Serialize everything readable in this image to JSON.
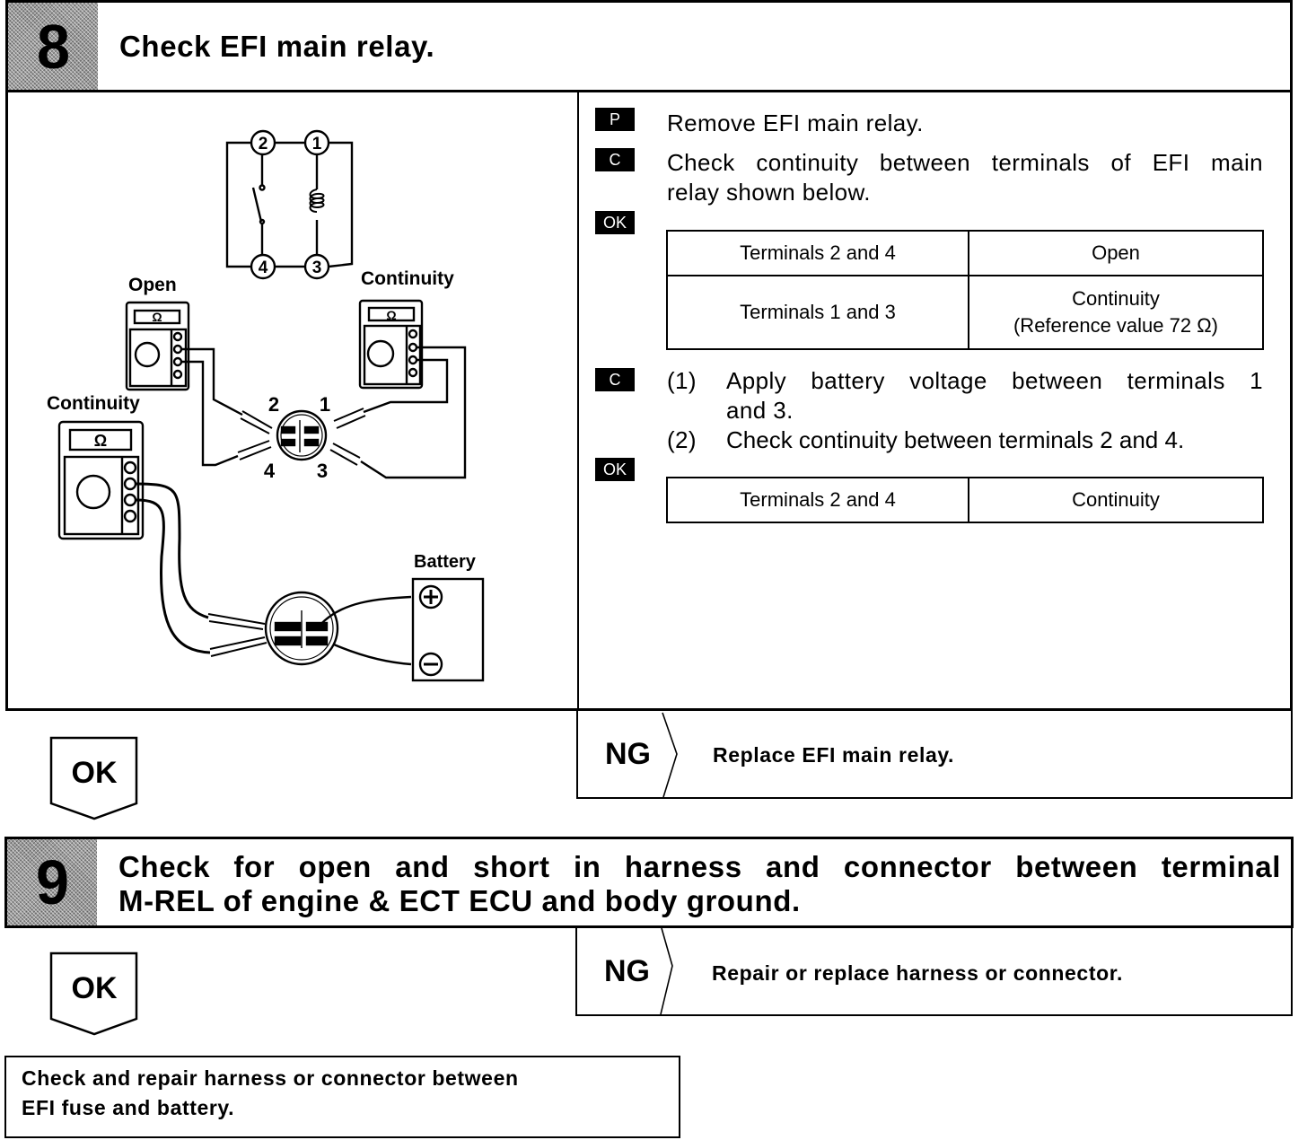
{
  "steps": [
    {
      "number": "8",
      "title": "Check EFI main relay.",
      "instructions": {
        "tags": {
          "prepare": "P",
          "check": "C",
          "ok": "OK"
        },
        "p1": "Remove EFI main relay.",
        "c1_line1": "Check continuity between terminals of EFI main",
        "c1_line2": "relay shown below.",
        "table1": [
          {
            "terminals": "Terminals 2 and 4",
            "result": "Open",
            "result_line2": ""
          },
          {
            "terminals": "Terminals 1 and 3",
            "result": "Continuity",
            "result_line2": "(Reference value 72 Ω)"
          }
        ],
        "c2_items": [
          {
            "num": "(1)",
            "line1": "Apply battery voltage between terminals 1",
            "line2": "and 3."
          },
          {
            "num": "(2)",
            "line1": "Check continuity between terminals 2 and 4.",
            "line2": ""
          }
        ],
        "table2": [
          {
            "terminals": "Terminals 2 and 4",
            "result": "Continuity"
          }
        ]
      },
      "diagram": {
        "relay_terminals": [
          "2",
          "1",
          "4",
          "3"
        ],
        "meter_labels": {
          "open": "Open",
          "continuity_right": "Continuity",
          "continuity_left": "Continuity"
        },
        "meter_symbol": "Ω",
        "connector_terminals": [
          "2",
          "1",
          "4",
          "3"
        ],
        "battery_label": "Battery",
        "battery_plus": "+",
        "battery_minus": "−"
      },
      "ok_label": "OK",
      "ng_label": "NG",
      "ng_action": "Replace EFI main relay."
    },
    {
      "number": "9",
      "title_line1": "Check for open and short in harness and connector between terminal",
      "title_line2": "M-REL of engine & ECT ECU and body ground.",
      "ok_label": "OK",
      "ng_label": "NG",
      "ng_action": "Repair or replace harness or connector."
    }
  ],
  "final_action": {
    "line1": "Check and repair harness or connector between",
    "line2": "EFI fuse and battery."
  }
}
